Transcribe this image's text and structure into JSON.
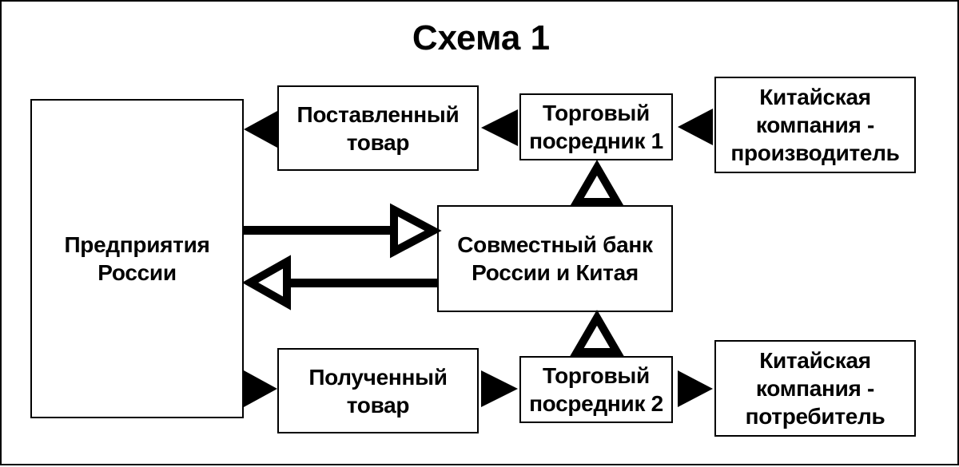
{
  "title": "Схема 1",
  "nodes": {
    "enterprises": "Предприятия\nРоссии",
    "delivered_goods": "Поставленный\nтовар",
    "trade_intermediary_1": "Торговый\nпосредник 1",
    "chinese_producer": "Китайская\nкомпания -\nпроизводитель",
    "joint_bank": "Совместный банк\nРоссии и Китая",
    "received_goods": "Полученный\nтовар",
    "trade_intermediary_2": "Торговый\nпосредник 2",
    "chinese_consumer": "Китайская\nкомпания -\nпотребитель"
  },
  "colors": {
    "line": "#000000",
    "background": "#ffffff"
  }
}
